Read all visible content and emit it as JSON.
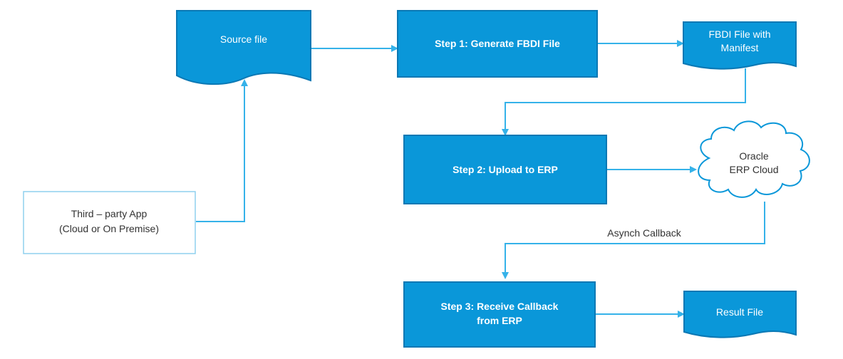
{
  "colors": {
    "box_fill": "#0a97d9",
    "box_border": "#0a78b4",
    "connector": "#35b2e9",
    "text_light": "#ffffff",
    "text_dark": "#333333"
  },
  "nodes": {
    "source_file": "Source file",
    "step1": "Step 1: Generate FBDI File",
    "fbdi_file": [
      "FBDI File with",
      "Manifest"
    ],
    "step2": "Step 2: Upload to ERP",
    "oracle_cloud": [
      "Oracle",
      "ERP Cloud"
    ],
    "third_party": [
      "Third – party App",
      "(Cloud or On Premise)"
    ],
    "step3": [
      "Step 3: Receive Callback",
      "from ERP"
    ],
    "result_file": "Result File"
  },
  "edges": {
    "callback_label": "Asynch Callback"
  }
}
